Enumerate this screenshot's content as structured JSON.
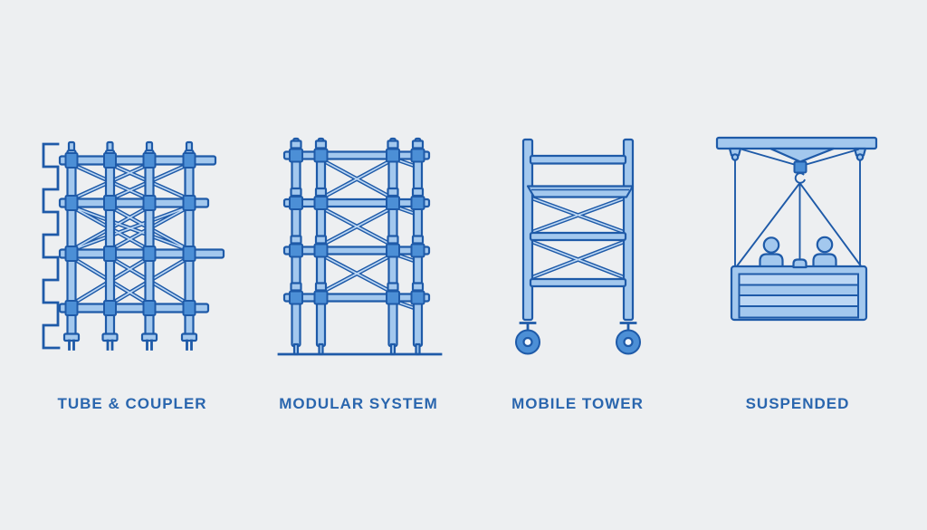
{
  "colors": {
    "background": "#edeff1",
    "outline": "#1e5aa8",
    "fill-light": "#a3c8ee",
    "fill-lighter": "#bcd7f4",
    "fill-medium": "#4c8fd6",
    "label": "#2a66ae",
    "white": "#f4f8fc"
  },
  "figures": [
    {
      "id": "tube-coupler",
      "label": "TUBE & COUPLER"
    },
    {
      "id": "modular-system",
      "label": "MODULAR SYSTEM"
    },
    {
      "id": "mobile-tower",
      "label": "MOBILE TOWER"
    },
    {
      "id": "suspended",
      "label": "SUSPENDED"
    }
  ]
}
